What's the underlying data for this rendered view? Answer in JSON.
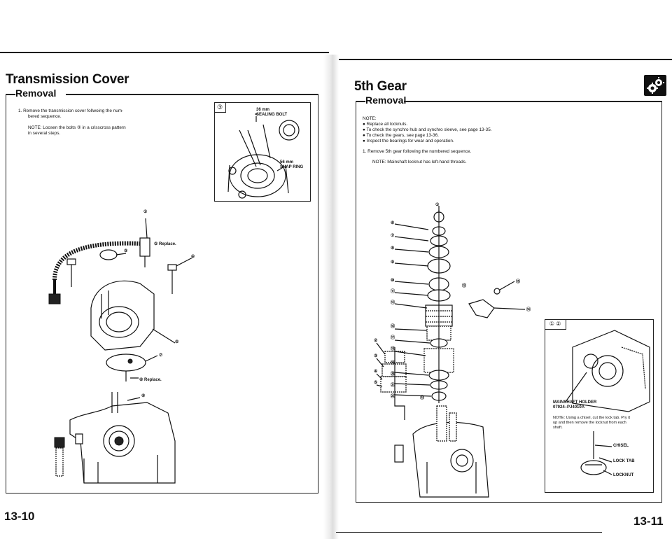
{
  "left": {
    "title": "Transmission Cover",
    "section": "Removal",
    "step1": "1.  Remove the transmission cover follwoing the num-",
    "step1b": "bered sequence.",
    "note1": "NOTE:  Loosen the bolts ③ in a crisscross pattern",
    "note1b": "in several steps.",
    "inset_label": "③",
    "inset_bolt": "36 mm",
    "inset_bolt2": "SEALING BOLT",
    "inset_ring": "56 mm",
    "inset_ring2": "SNAP RING",
    "callouts": {
      "c1": "①",
      "c2": "② Replace.",
      "c3": "③",
      "c4": "④",
      "c5": "⑤",
      "c7": "⑦",
      "c6": "⑥ Replace.",
      "c8": "⑧"
    },
    "page_number": "13-10"
  },
  "right": {
    "title": "5th Gear",
    "section": "Removal",
    "note_head": "NOTE:",
    "notes": [
      "●  Replace all locknuts.",
      "●  To check the synchro hub and synchro sleeve, see page 13-35.",
      "●  To check the gears, see page 13-36.",
      "●  Inspect the bearings for wear and operation."
    ],
    "step1": "1.  Remove 5th gear following the numbered sequence.",
    "note2": "NOTE:  Mainshaft locknut has left-hand threads.",
    "inset_label": "① ②",
    "holder": "MAINSHAFT HOLDER",
    "holder_pn": "07924–PJ4010A",
    "inset_note": "NOTE: Using a chisel, cut the lock tab. Pry it",
    "inset_note2": "up and then remove the locknut from each",
    "inset_note3": "shaft.",
    "chisel": "CHISEL",
    "lock_tab": "LOCK TAB",
    "locknut": "LOCKNUT",
    "callouts": {
      "c1": "①",
      "c2": "②",
      "c3": "③",
      "c4": "④",
      "c5": "⑤",
      "c6": "⑥",
      "c7": "⑦",
      "c8": "⑧",
      "c9": "⑨",
      "c10": "⑩",
      "c11": "⑪",
      "c12": "⑫",
      "c13": "⑬",
      "c14": "⑭",
      "c15": "⑮",
      "c16": "⑯",
      "c17": "⑰",
      "c18": "⑱",
      "c19": "⑲",
      "c20": "⑳",
      "c21": "㉑",
      "c22": "㉒",
      "c23": "㉓"
    },
    "page_number": "13-11",
    "icon": "gear-icon"
  }
}
